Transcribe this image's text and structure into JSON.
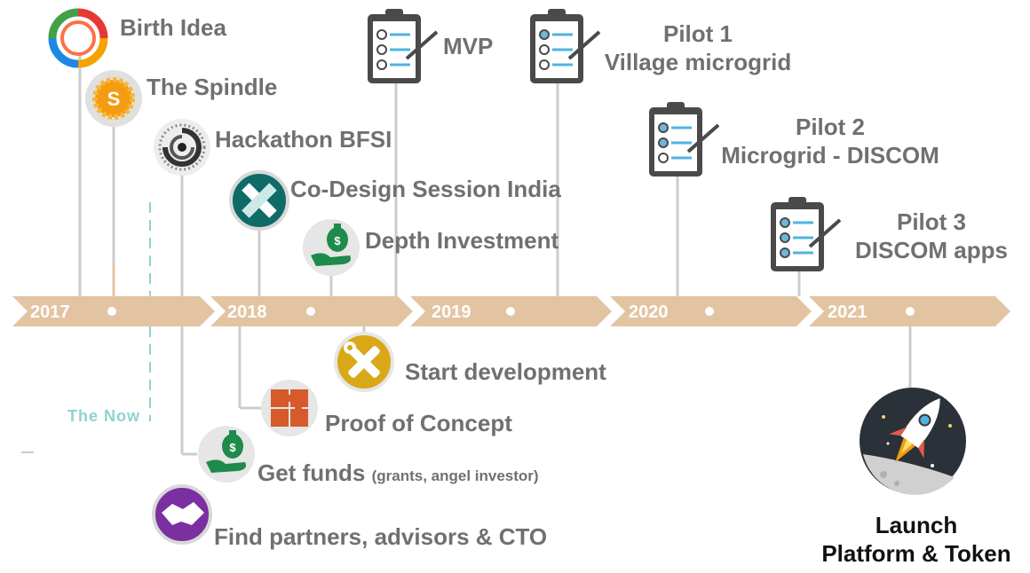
{
  "timeline": {
    "years": [
      "2017",
      "2018",
      "2019",
      "2020",
      "2021"
    ],
    "colors": {
      "arrow": "#e3c4a2",
      "line": "#cccccc",
      "text": "#707070",
      "now": "#8fd3cf"
    }
  },
  "milestones_above": [
    {
      "label": "Birth Idea",
      "icon": "colorful-circle-logo-icon"
    },
    {
      "label": "The Spindle",
      "icon": "spindle-logo-icon"
    },
    {
      "label": "Hackathon BFSI",
      "icon": "swirl-logo-icon"
    },
    {
      "label": "Co-Design Session India",
      "icon": "pencil-ruler-icon"
    },
    {
      "label": "Depth Investment",
      "icon": "money-bag-hand-icon"
    },
    {
      "label": "MVP",
      "icon": "clipboard-checklist-icon"
    },
    {
      "label_line1": "Pilot 1",
      "label_line2": "Village microgrid",
      "icon": "clipboard-checklist-icon"
    },
    {
      "label_line1": "Pilot 2",
      "label_line2": "Microgrid - DISCOM",
      "icon": "clipboard-checklist-icon"
    },
    {
      "label_line1": "Pilot 3",
      "label_line2": "DISCOM apps",
      "icon": "clipboard-checklist-icon"
    }
  ],
  "milestones_below": [
    {
      "label": "Start  development",
      "icon": "tools-icon"
    },
    {
      "label": "Proof of Concept",
      "icon": "puzzle-icon"
    },
    {
      "label": "Get funds",
      "sublabel": "(grants, angel investor)",
      "icon": "money-bag-hand-icon"
    },
    {
      "label": "Find partners, advisors & CTO",
      "icon": "handshake-icon"
    }
  ],
  "now_marker": {
    "label": "The  Now"
  },
  "launch": {
    "line1": "Launch",
    "line2": "Platform & Token",
    "icon": "rocket-icon"
  }
}
